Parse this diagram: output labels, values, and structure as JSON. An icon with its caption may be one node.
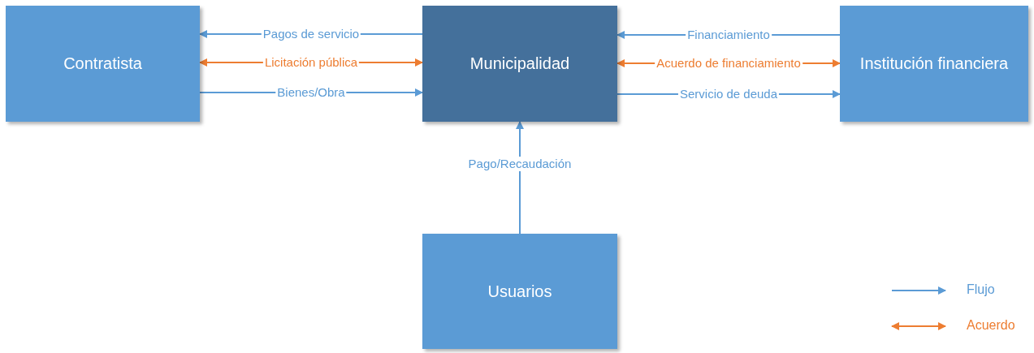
{
  "diagram": {
    "nodes": [
      {
        "text": [
          "Contratista"
        ]
      },
      {
        "text": [
          "Municipalidad"
        ]
      },
      {
        "text": [
          "Institución financiera"
        ]
      },
      {
        "text": [
          "Usuarios"
        ]
      }
    ],
    "edges": [
      {
        "from": 1,
        "to": 0,
        "arrow": "to",
        "label": "Pagos de servicio"
      },
      {
        "from": 0,
        "to": 1,
        "arrow": "both",
        "label": "Licitación pública",
        "color": "#ed7d31"
      },
      {
        "from": 0,
        "to": 1,
        "arrow": "to",
        "label": "Bienes/Obra"
      },
      {
        "from": 2,
        "to": 1,
        "arrow": "to",
        "label": "Financiamiento"
      },
      {
        "from": 1,
        "to": 2,
        "arrow": "both",
        "label": "Acuerdo de financiamiento",
        "color": "#ed7d31"
      },
      {
        "from": 1,
        "to": 2,
        "arrow": "to",
        "label": "Servicio de deuda"
      },
      {
        "from": 3,
        "to": 1,
        "arrow": "to",
        "label": "Pago/Recaudación"
      }
    ],
    "legend": [
      {
        "text": "Flujo"
      },
      {
        "text": "Acuerdo"
      }
    ]
  }
}
